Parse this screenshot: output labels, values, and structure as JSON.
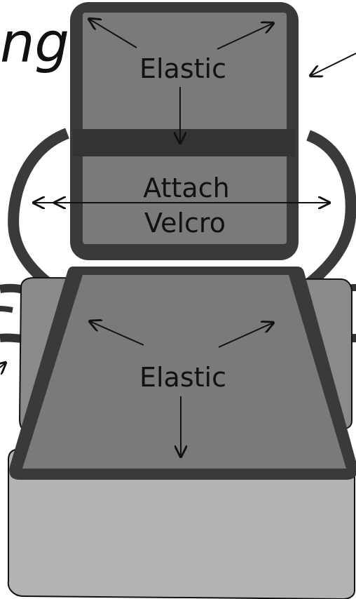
{
  "heading_fragment": "ng",
  "labels": {
    "backrest_top": "Elastic",
    "backrest_mid_line1": "Attach",
    "backrest_mid_line2": "Velcro",
    "seat": "Elastic"
  },
  "colors": {
    "cushion_fill": "#7a7a7a",
    "border_dark": "#3a3a3a",
    "strap": "#333333",
    "base_fill": "#b3b3b3",
    "outline": "#111111",
    "background": "#ffffff"
  }
}
